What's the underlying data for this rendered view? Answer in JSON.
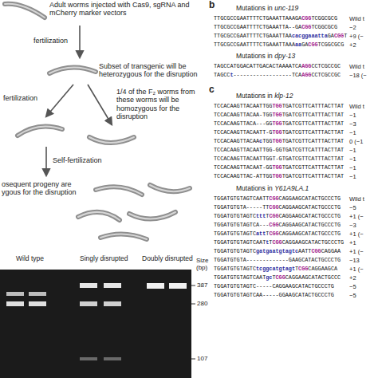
{
  "diagram": {
    "labels": [
      "Adult worms injected with Cas9, sgRNA and mCherry marker vectors",
      "fertilization",
      "Subset of transgenic will be heterozygous for the disruption",
      "fertilization",
      "1/4 of the F₂ worms from these worms will be homozygous for the disruption",
      "Self-fertilization",
      "osequent progeny are ygous for the disruption",
      "Wild type",
      "Singly disrupted",
      "Doubly disrupted",
      "Size (bp)",
      "387",
      "280",
      "107",
      "b",
      "Mutations in unc-119",
      "TTGCGCCGAATTTTCTGAAATTAAAGACGGTCGGCGCG",
      "Wild t",
      "TTGCGCCGAATTTTCTGAAATTA--GACGGTCGGCGCG",
      "−2",
      "TTGCGCCGAATTTTCTGAAATTAAcacggaaattaGACGGT",
      "+9 (−",
      "TTGCGCCGAATTTTCTGAAATTAAAaaGACGGTCGGCGCG",
      "+2",
      "Mutations in dpy-13",
      "TAGCCATGGACATTGACACTAAAATCAAGGCCTCGCCGC",
      "Wild t",
      "TAGCCt------------------TCAAGGCCTCGCCGC",
      "−18 (−",
      "c",
      "Mutations in klp-12",
      "TCCACAAGTTACAATTGGTGGTGATCGTTCATTTACTTAT",
      "Wild t",
      "TCCACAAGTTACAA-TGGTGGTGATCGTTCATTTACTTAT",
      "−1",
      "TCCACAAGTTACA---GGTGGTGATCGTTCATTTACTTAT",
      "−3",
      "TCCACAAGTTACAATT-GTGGTGATCGTTCATTTACTTAT",
      "−1",
      "TCCACAAGTTACAAcTGGTGGTGATCGTTCATTTACTTAT",
      "0 (−1",
      "TCCACAAGTTACAATTGG-GGTGATCGTTCATTTACTTAT",
      "−1",
      "TCCACAAGTTACAATTGGT-GTGATCGTTCATTTACTTAT",
      "−1",
      "TCCACAAGTTACAAT-GGTGGTGATCGTTCATTTACTTAT",
      "−1",
      "TCCACAAGTTAC-ATTGGTGGTGATCGTTCATTTACTTAT",
      "−1",
      "Mutations in Y61A9LA.1",
      "TGGATGTGTAGTCAATTCGGCAGGAAGCATACTGCCCTG",
      "Wild t",
      "TGGATGTGTA-----TTCGGCAGGAAGCATACTGCCCTG",
      "−5",
      "TGGATGTGTAGTCtttTCGGCAGGAAGCATACTGCCCTG",
      "+1 (−",
      "TGGATGTGTAGTCA---CGGCAGGAAGCATACTGCCCTG",
      "−3",
      "TGGATGTGTAGTCattTCGGCAGGAAGCATACTGCCCTG",
      "+1 (−",
      "TGGATGTGTAGTCAATtTCGGCAGGAAGCATACTGCCCTG",
      "+1",
      "TGGATGTGTAGTCgatgaatgtagtcAATTCGGCAGGAA",
      "+1 (−",
      "TGGATGTGTA-------------GAAGCATACTGCCCTG",
      "−13",
      "TGGATGTGTAGTCtcggcatgtagtTCGGCAGGAAGCA",
      "+1 (−",
      "TGGATGTGTAGTCAATgcTCGGCAGGAAGCATACTGCCC",
      "+2",
      "TGGATGTGTAGTC-----CAGGAAGCATACTGCCCTG",
      "−5",
      "TGGATGTGTAGTCAA-----GGAAGCATACTGCCCTG",
      "−5"
    ]
  }
}
